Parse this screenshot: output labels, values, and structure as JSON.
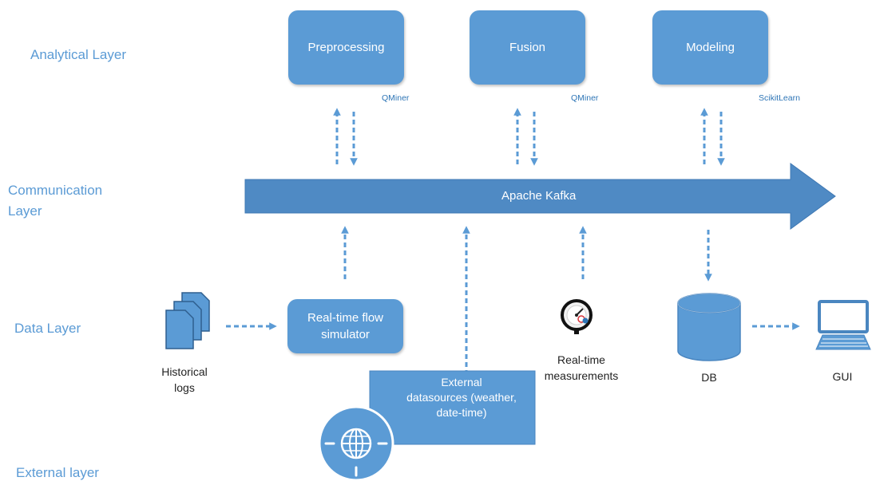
{
  "layers": {
    "analytical": "Analytical Layer",
    "communication_line1": "Communication",
    "communication_line2": "Layer",
    "data": "Data Layer",
    "external": "External layer"
  },
  "analytical": {
    "preprocessing": {
      "label": "Preprocessing",
      "tool": "QMiner"
    },
    "fusion": {
      "label": "Fusion",
      "tool": "QMiner"
    },
    "modeling": {
      "label": "Modeling",
      "tool": "ScikitLearn"
    }
  },
  "communication": {
    "bus_label": "Apache Kafka"
  },
  "data_layer": {
    "historical_logs_line1": "Historical",
    "historical_logs_line2": "logs",
    "simulator_line1": "Real-time flow",
    "simulator_line2": "simulator",
    "measurements_line1": "Real-time",
    "measurements_line2": "measurements",
    "db": "DB",
    "gui": "GUI"
  },
  "external": {
    "line1": "External",
    "line2": "datasources (weather,",
    "line3": "date-time)"
  },
  "colors": {
    "accent": "#5b9bd5",
    "bus": "#4f8ac4",
    "tool_text": "#2e75b6"
  }
}
